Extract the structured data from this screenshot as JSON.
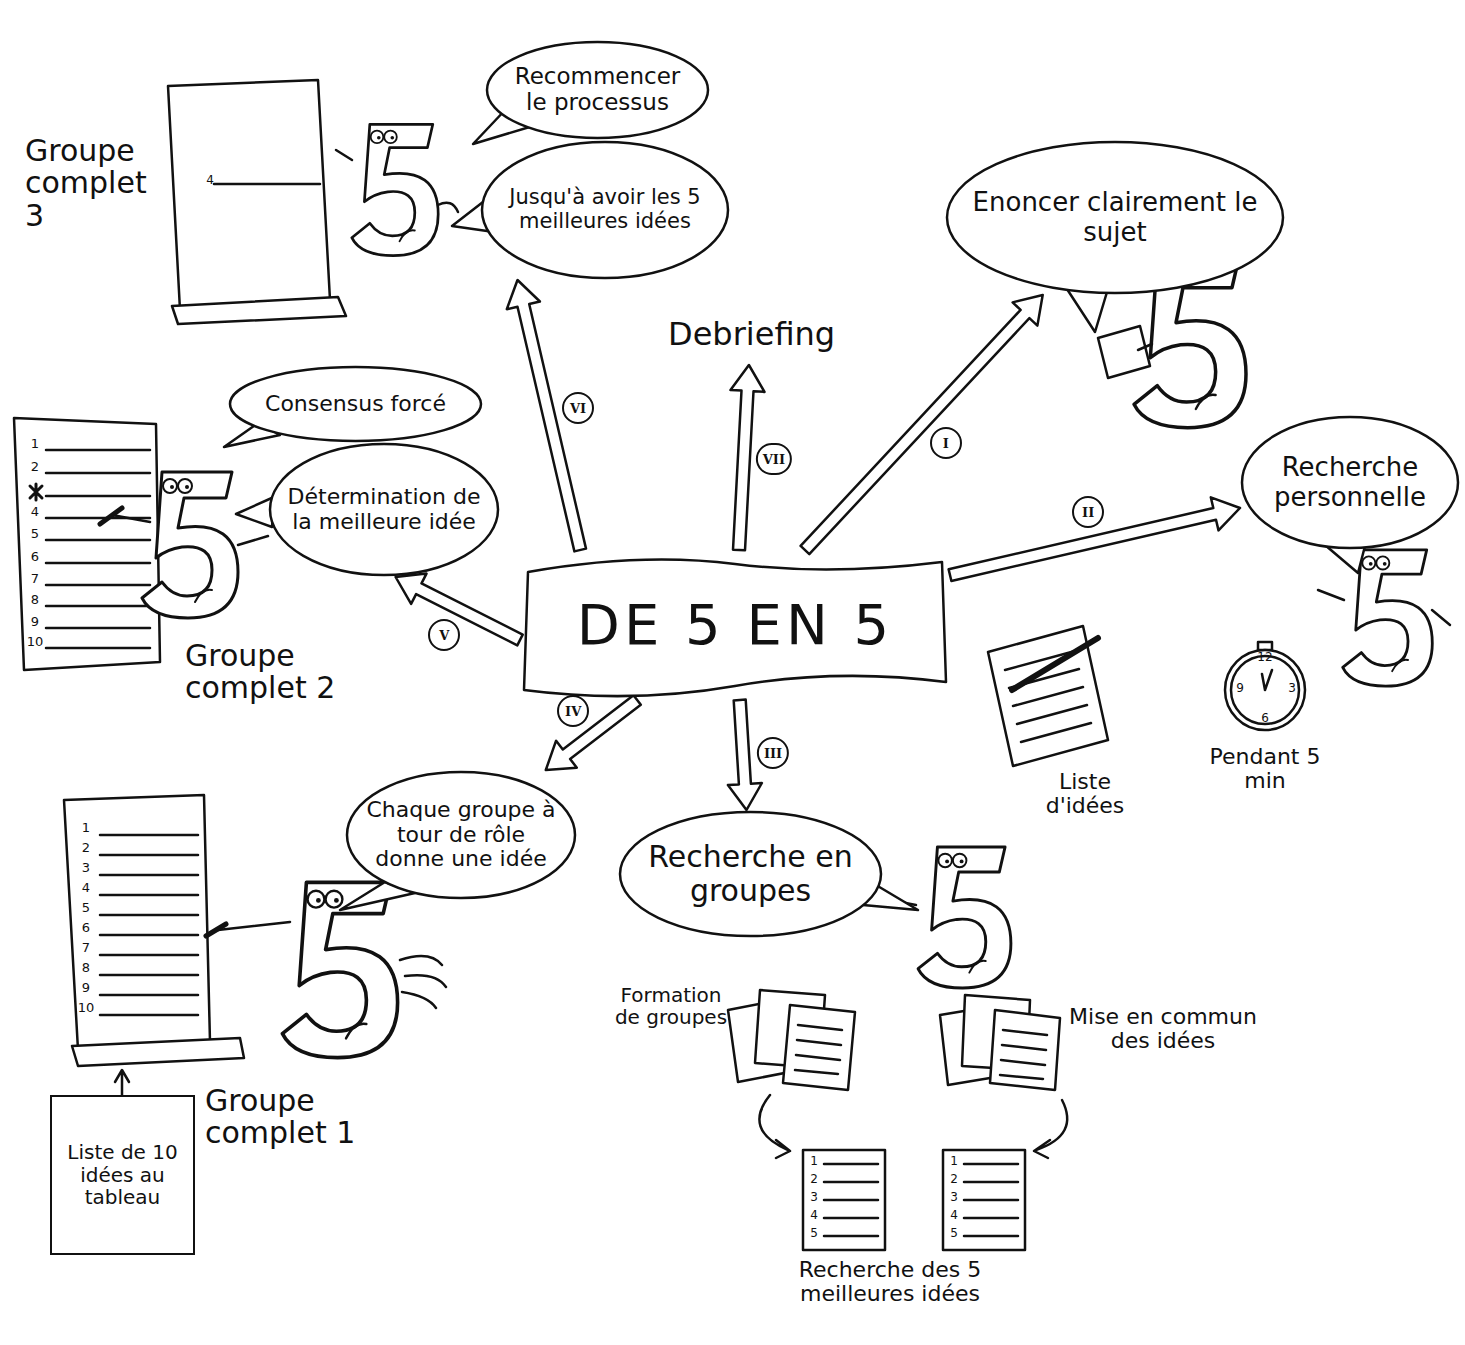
{
  "diagram": {
    "nodes": [
      {
        "text": [
          "Recommencer le processus"
        ]
      },
      {
        "text": [
          "Jusqu'à avoir les 5 meilleures idées"
        ]
      },
      {
        "text": [
          "Enoncer clairement le sujet"
        ]
      },
      {
        "text": [
          "Debriefing"
        ]
      },
      {
        "text": [
          "Consensus forcé"
        ]
      },
      {
        "text": [
          "Recherche personnelle"
        ]
      },
      {
        "text": [
          "Détermination de la meilleure idée"
        ]
      },
      {
        "text": [
          "DE 5 EN 5"
        ]
      },
      {
        "text": [
          "Chaque groupe à tour de rôle donne une idée"
        ]
      },
      {
        "text": [
          "Recherche en groupes"
        ]
      },
      {
        "text": [
          "Liste de 10 idées au tableau"
        ]
      }
    ],
    "edges": [
      {
        "from": 7,
        "to": 2,
        "arrow": "to",
        "label": "I"
      },
      {
        "from": 7,
        "to": 5,
        "arrow": "to",
        "label": "II"
      },
      {
        "from": 7,
        "to": 9,
        "arrow": "to",
        "label": "III"
      },
      {
        "from": 7,
        "to": 8,
        "arrow": "to",
        "label": "IV"
      },
      {
        "from": 7,
        "to": 6,
        "arrow": "to",
        "label": "V"
      },
      {
        "from": 7,
        "to": 1,
        "arrow": "to",
        "label": "VI"
      },
      {
        "from": 7,
        "to": 3,
        "arrow": "to",
        "label": "VII"
      }
    ],
    "labels": [
      "Groupe complet 3",
      "4",
      "1",
      "2",
      "4",
      "5",
      "6",
      "7",
      "8",
      "9",
      "10",
      "Groupe complet 2",
      "1",
      "2",
      "3",
      "4",
      "5",
      "6",
      "7",
      "8",
      "9",
      "10",
      "Liste d'idées",
      "12",
      "3",
      "6",
      "9",
      "Pendant 5 min",
      "Formation de groupes",
      "Mise en commun des idées",
      "Groupe complet 1",
      "1",
      "2",
      "3",
      "4",
      "5",
      "1",
      "2",
      "3",
      "4",
      "5",
      "Recherche des 5 meilleures idées"
    ]
  }
}
